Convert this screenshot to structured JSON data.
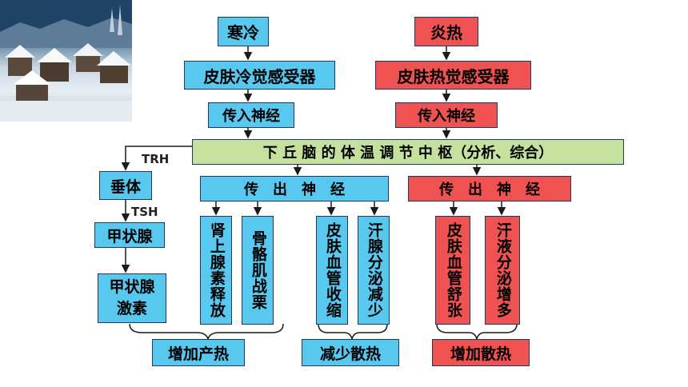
{
  "cold": {
    "stimulus": "寒冷",
    "receptor": "皮肤冷觉感受器",
    "afferent": "传入神经"
  },
  "heat": {
    "stimulus": "炎热",
    "receptor": "皮肤热觉感受器",
    "afferent": "传入神经"
  },
  "center": "下 丘 脑 的 体 温 调 节 中 枢（分析、综合）",
  "hormone_path": {
    "trh": "TRH",
    "pituitary": "垂体",
    "tsh": "TSH",
    "thyroid": "甲状腺",
    "thyroid_hormone": "甲状腺激素"
  },
  "cold_efferent": {
    "label": "传　出　神　经",
    "effects": [
      "肾上腺素释放",
      "骨骼肌战栗",
      "皮肤血管收缩",
      "汗腺分泌减少"
    ]
  },
  "heat_efferent": {
    "label": "传　出　神　经",
    "effects": [
      "皮肤血管舒张",
      "汗液分泌增多"
    ]
  },
  "outcomes": {
    "increase_production": "增加产热",
    "decrease_loss": "减少散热",
    "increase_loss": "增加散热"
  },
  "colors": {
    "cold": "#58c8ef",
    "heat": "#f05252",
    "center": "#c4e19e",
    "border": "#1f3b5c"
  }
}
